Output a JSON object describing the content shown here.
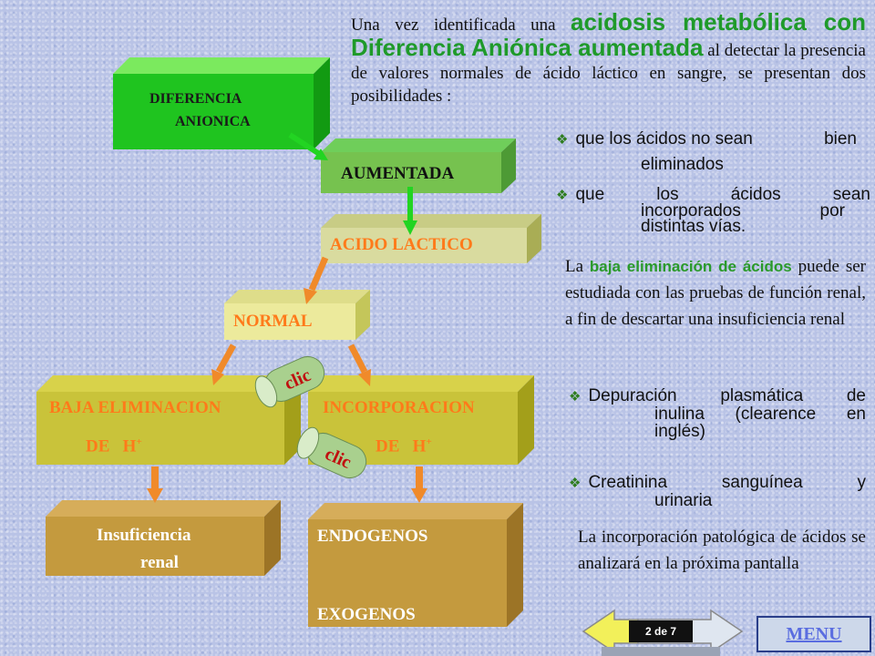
{
  "diagram": {
    "diferencia": [
      "DIFERENCIA",
      "ANIONICA"
    ],
    "aumentada": "AUMENTADA",
    "acido_lactico": "ACIDO LACTICO",
    "normal": "NORMAL",
    "baja_eliminacion": "BAJA ELIMINACION",
    "incorporacion": "INCORPORACION",
    "de": "DE",
    "h": "H",
    "h_sup": "+",
    "insuficiencia": [
      "Insuficiencia",
      "renal"
    ],
    "endogenos": "ENDOGENOS",
    "exogenos": "EXOGENOS",
    "clic_buttons": [
      "clic",
      "clic"
    ]
  },
  "intro": {
    "pre": "Una vez identificada una ",
    "highlight": "acidosis metabólica con Diferencia Aniónica aumentada",
    "post": " al detectar la presencia de valores normales de ácido láctico en sangre, se presentan dos posibilidades :"
  },
  "possibilities": [
    [
      "que los ácidos no sean",
      "bien",
      "eliminados"
    ],
    [
      "que",
      "los",
      "ácidos",
      "sean",
      "incorporados",
      "por",
      "distintas vías."
    ]
  ],
  "baja": {
    "pre": "La ",
    "highlight": "baja eliminación de ácidos",
    "post": " puede ser estudiada con las pruebas de función renal, a fin de descartar una insuficiencia renal"
  },
  "tests": [
    [
      "Depuración",
      "plasmática",
      "de",
      "inulina",
      "(clearence",
      "en",
      "inglés)"
    ],
    [
      "Creatinina",
      "sanguínea",
      "y",
      "urinaria"
    ]
  ],
  "incorporacion_text": "La incorporación patológica de ácidos se analizará en la próxima pantalla",
  "nav": {
    "page": "2 de 7",
    "menu": "MENU"
  },
  "colors": {
    "green_box": "#1fc41f",
    "olive_box": "#c9c33a",
    "tan_box": "#c49a3e",
    "arrow_orange": "#f08a2a",
    "arrow_green": "#22d422",
    "text_orange": "#ff7a1a",
    "highlight_green": "#2a9a2a"
  }
}
